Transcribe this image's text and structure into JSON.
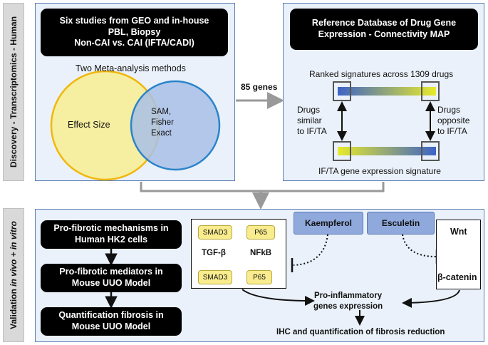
{
  "sidebar_top": "Discovery - Transcriptomics - Human",
  "sidebar_bottom": {
    "prefix": "Validation ",
    "italic": "in vivo + in vitro"
  },
  "studies": {
    "line1": "Six studies from GEO and in-house",
    "line2": "PBL, Biopsy",
    "line3": "Non-CAI vs. CAI (IFTA/CADI)"
  },
  "meta_title": "Two Meta-analysis methods",
  "venn": {
    "left": "Effect Size",
    "right_l1": "SAM,",
    "right_l2": "Fisher",
    "right_l3": "Exact"
  },
  "genes_label": "85 genes",
  "reference": {
    "line1": "Reference Database of Drug Gene",
    "line2": "Expression - Connectivity MAP"
  },
  "ranked": "Ranked signatures across 1309 drugs",
  "similar": {
    "l1": "Drugs",
    "l2": "similar",
    "l3": "to IF/TA"
  },
  "opposite": {
    "l1": "Drugs",
    "l2": "opposite",
    "l3": "to IF/TA"
  },
  "signature": "IF/TA gene expression signature",
  "validation_steps": [
    {
      "l1": "Pro-fibrotic mechanisms in",
      "l2": "Human HK2 cells"
    },
    {
      "l1": "Pro-fibrotic mediators in",
      "l2": "Mouse UUO Model"
    },
    {
      "l1": "Quantification fibrosis in",
      "l2": "Mouse UUO Model"
    }
  ],
  "pathway": {
    "smad3_top": "SMAD3",
    "p65_top": "P65",
    "tgf": "TGF-β",
    "nfkb": "NFkB",
    "smad3_bottom": "SMAD3",
    "p65_bottom": "P65"
  },
  "drugs": {
    "kaempferol": "Kaempferol",
    "esculetin": "Esculetin"
  },
  "wnt": {
    "top": "Wnt",
    "bottom": "β-catenin"
  },
  "outcomes": {
    "inflam_l1": "Pro-inflammatory",
    "inflam_l2": "genes expression",
    "ihc": "IHC and quantification of fibrosis reduction"
  },
  "colors": {
    "venn_yellow": "#f6eea0",
    "venn_blue": "#a9bfe6",
    "panel_fill": "#eaf1fa",
    "panel_border": "#5b7fb5",
    "drug_box": "#8fa9dc",
    "tag_yellow": "#f9ec8e",
    "dot_blue": "#4a6cc4"
  }
}
